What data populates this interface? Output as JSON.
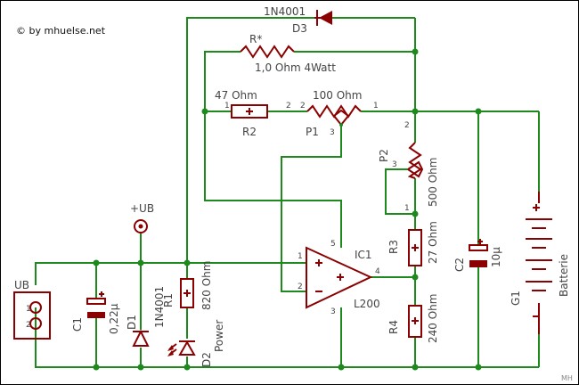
{
  "copyright": "© by mhuelse.net",
  "corner_mark": "MH",
  "components": {
    "d3": {
      "ref": "D3",
      "value": "1N4001"
    },
    "rstar": {
      "ref": "R*",
      "value": "1,0 Ohm 4Watt"
    },
    "r2": {
      "ref": "R2",
      "value": "47 Ohm",
      "pin1": "1",
      "pin2": "2"
    },
    "p1": {
      "ref": "P1",
      "value": "100 Ohm",
      "pin1": "1",
      "pin2": "2",
      "pin3": "3"
    },
    "p2": {
      "ref": "P2",
      "value": "500 Ohm",
      "pin1": "1",
      "pin2": "2",
      "pin3": "3"
    },
    "r3": {
      "ref": "R3",
      "value": "27 Ohm"
    },
    "r4": {
      "ref": "R4",
      "value": "240 Ohm"
    },
    "r1": {
      "ref": "R1",
      "value": "820 Ohm"
    },
    "c1": {
      "ref": "C1",
      "value": "0,22µ"
    },
    "c2": {
      "ref": "C2",
      "value": "10µ"
    },
    "d1": {
      "ref": "D1",
      "value": "1N4001"
    },
    "d2": {
      "ref": "D2",
      "value": "Power"
    },
    "ic1": {
      "ref": "IC1",
      "value": "L200",
      "pin1": "1",
      "pin2": "2",
      "pin3": "3",
      "pin4": "4",
      "pin5": "5"
    },
    "g1": {
      "ref": "G1",
      "value": "Batterie"
    },
    "ub_connector": {
      "ref": "UB",
      "pin1": "1",
      "pin2": "2"
    },
    "ub_supply": {
      "label": "+UB"
    }
  }
}
